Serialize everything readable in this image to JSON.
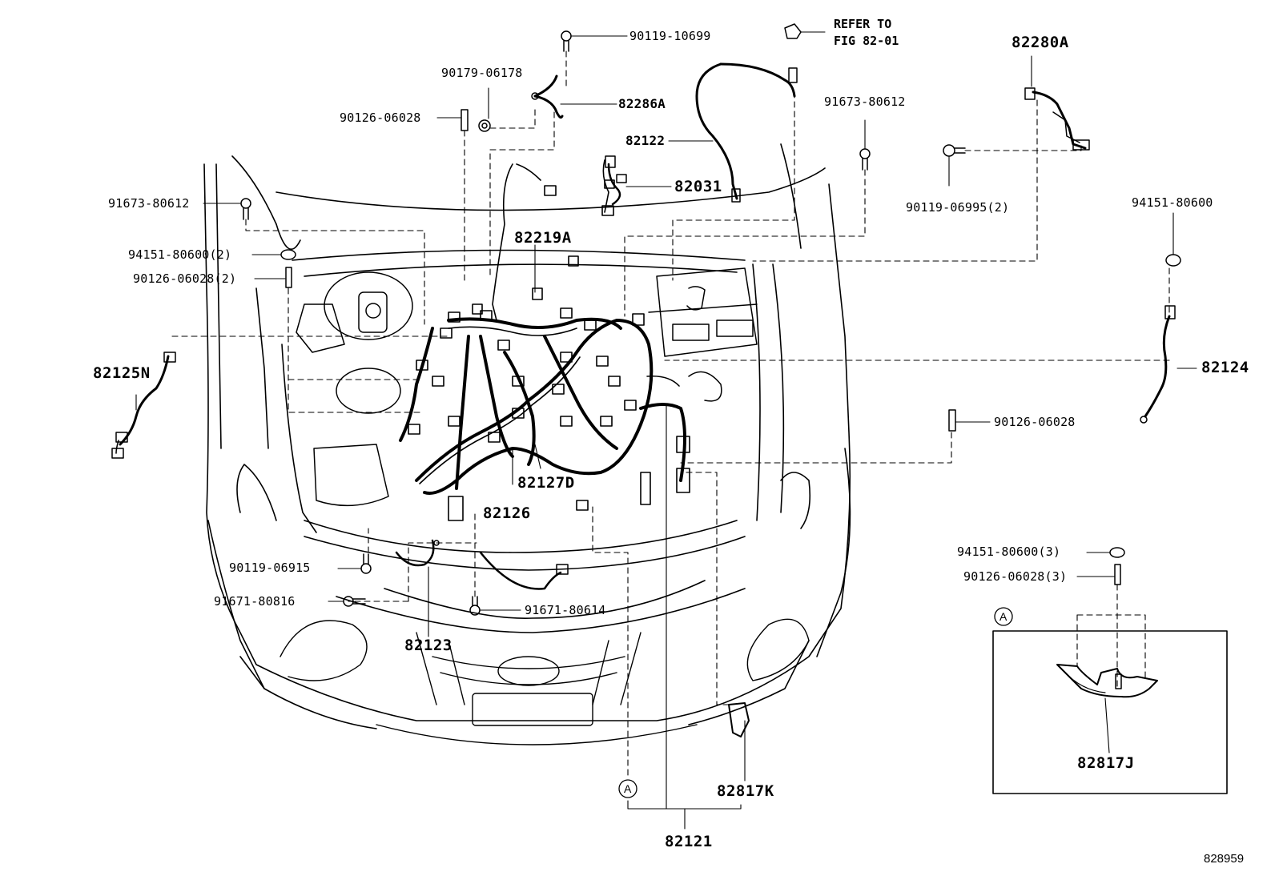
{
  "diagram": {
    "refer_line1": "REFER TO",
    "refer_line2": "FIG 82-01",
    "figure_number": "828959",
    "callout_a": "A",
    "inset_marker": "A"
  },
  "labels": {
    "p90119_10699": "90119-10699",
    "p90179_06178": "90179-06178",
    "p82286A": "82286A",
    "p90126_06028_top": "90126-06028",
    "p82122": "82122",
    "p91673_80612_right": "91673-80612",
    "p82280A": "82280A",
    "p90119_06995": "90119-06995(2)",
    "p91673_80612_left": "91673-80612",
    "p82031": "82031",
    "p94151_80600_right": "94151-80600",
    "p94151_80600_2": "94151-80600(2)",
    "p82219A": "82219A",
    "p90126_06028_2": "90126-06028(2)",
    "p82125N": "82125N",
    "p82124": "82124",
    "p90126_06028_mid": "90126-06028",
    "p82127D": "82127D",
    "p82126": "82126",
    "p94151_80600_3": "94151-80600(3)",
    "p90126_06028_3": "90126-06028(3)",
    "p90119_06915": "90119-06915",
    "p91671_80816": "91671-80816",
    "p91671_80614": "91671-80614",
    "p82123": "82123",
    "p82817J": "82817J",
    "p82817K": "82817K",
    "p82121": "82121"
  }
}
